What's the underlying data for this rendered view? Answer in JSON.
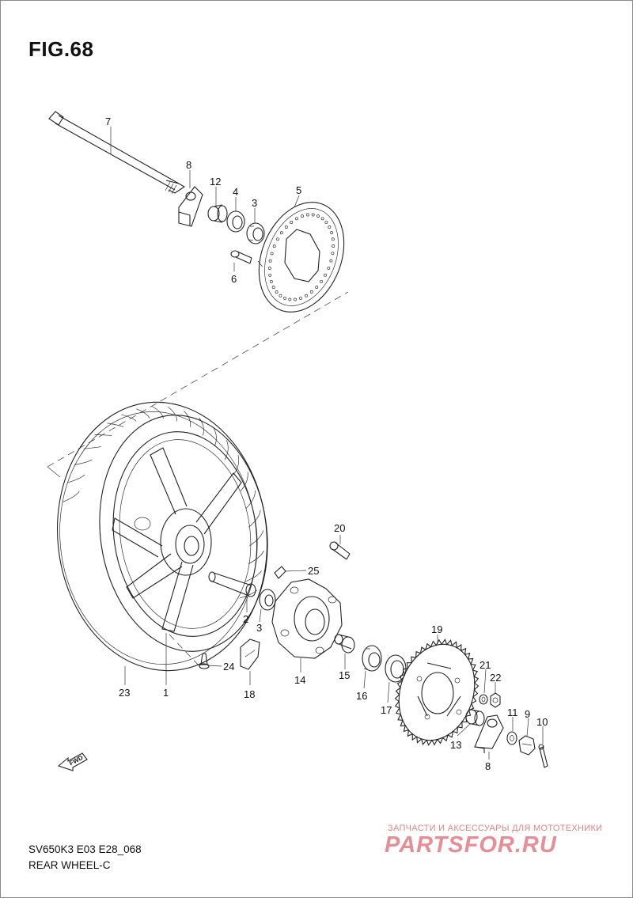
{
  "figure": {
    "title": "FIG.68",
    "model_code": "SV650K3 E03 E28_068",
    "assembly_name": "REAR WHEEL-C",
    "fwd_label": "FWD"
  },
  "callouts": [
    {
      "id": "c7",
      "label": "7"
    },
    {
      "id": "c8a",
      "label": "8"
    },
    {
      "id": "c12",
      "label": "12"
    },
    {
      "id": "c4",
      "label": "4"
    },
    {
      "id": "c3a",
      "label": "3"
    },
    {
      "id": "c5",
      "label": "5"
    },
    {
      "id": "c6",
      "label": "6"
    },
    {
      "id": "c20",
      "label": "20"
    },
    {
      "id": "c25",
      "label": "25"
    },
    {
      "id": "c2",
      "label": "2"
    },
    {
      "id": "c3b",
      "label": "3"
    },
    {
      "id": "c24",
      "label": "24"
    },
    {
      "id": "c18",
      "label": "18"
    },
    {
      "id": "c14",
      "label": "14"
    },
    {
      "id": "c15",
      "label": "15"
    },
    {
      "id": "c16",
      "label": "16"
    },
    {
      "id": "c17",
      "label": "17"
    },
    {
      "id": "c19",
      "label": "19"
    },
    {
      "id": "c21",
      "label": "21"
    },
    {
      "id": "c22",
      "label": "22"
    },
    {
      "id": "c11",
      "label": "11"
    },
    {
      "id": "c9",
      "label": "9"
    },
    {
      "id": "c10",
      "label": "10"
    },
    {
      "id": "c13",
      "label": "13"
    },
    {
      "id": "c8b",
      "label": "8"
    },
    {
      "id": "c23",
      "label": "23"
    },
    {
      "id": "c1",
      "label": "1"
    }
  ],
  "watermark": {
    "tagline": "ЗАПЧАСТИ И АКСЕССУАРЫ ДЛЯ МОТОТЕХНИКИ",
    "logo": "PARTSFOR.RU",
    "color": "#e06874"
  }
}
